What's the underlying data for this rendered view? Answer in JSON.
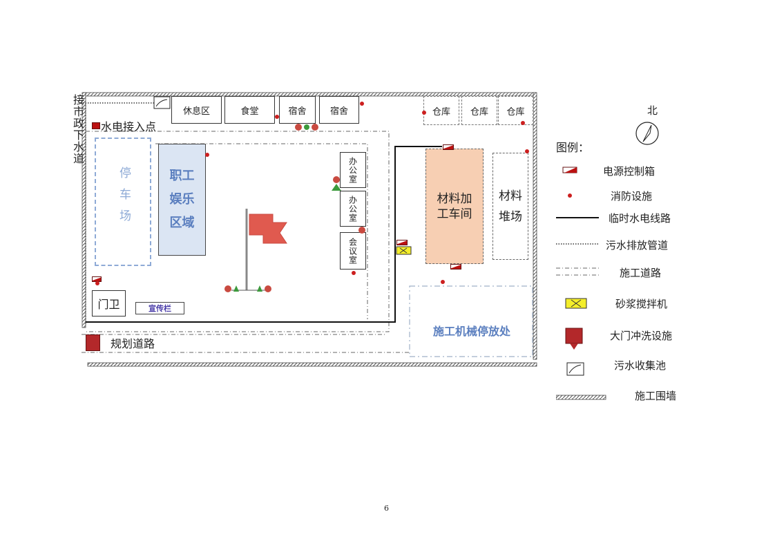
{
  "site_plan": {
    "left_note": "接市政下水道",
    "utility_entry_label": "水电接入点",
    "top_rooms": [
      "休息区",
      "食堂",
      "宿舍",
      "宿舍"
    ],
    "warehouses": [
      "仓库",
      "仓库",
      "仓库"
    ],
    "parking": "停车场",
    "recreation": "职工娱乐区域",
    "offices": [
      "办公室",
      "办公室",
      "会议室"
    ],
    "material_workshop": "材料加工车间",
    "material_yard": "材料堆场",
    "guard": "门卫",
    "publicity_board": "宣传栏",
    "planned_road": "规划道路",
    "machinery_parking": "施工机械停放处",
    "north_label": "北"
  },
  "legend": {
    "title": "图例：",
    "items": [
      "电源控制箱",
      "消防设施",
      "临时水电线路",
      "污水排放管道",
      "施工道路",
      "砂浆搅拌机",
      "大门冲洗设施",
      "污水收集池",
      "施工围墙"
    ]
  },
  "colors": {
    "recreation_fill": "#dbe5f3",
    "recreation_text": "#5b7fbf",
    "workshop_fill": "#f7cfb3",
    "parking_text": "#8eaad6",
    "machinery_text": "#5b7fbf",
    "fire_red": "#cc1f1f",
    "mixer_yellow": "#f4ee2a"
  },
  "page_number": "6"
}
